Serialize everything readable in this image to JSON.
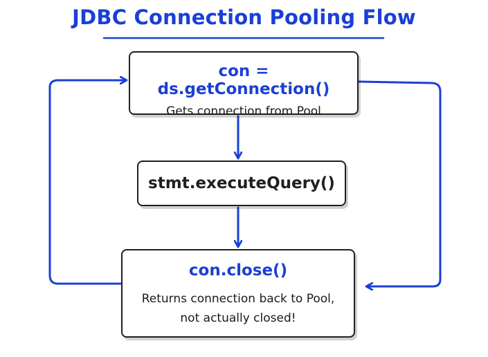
{
  "title": "JDBC Connection Pooling Flow",
  "colors": {
    "accent": "#1a3fd6",
    "ink": "#1f1f1f",
    "background": "#ffffff"
  },
  "steps": [
    {
      "code": "con = ds.getConnection()",
      "description": "Gets connection from Pool"
    },
    {
      "code": "stmt.executeQuery()"
    },
    {
      "code": "con.close()",
      "description_line1": "Returns connection back to Pool,",
      "description_line2": "not actually closed!"
    }
  ],
  "icons": [
    "arrow-down-icon",
    "loop-arrow-icon"
  ]
}
